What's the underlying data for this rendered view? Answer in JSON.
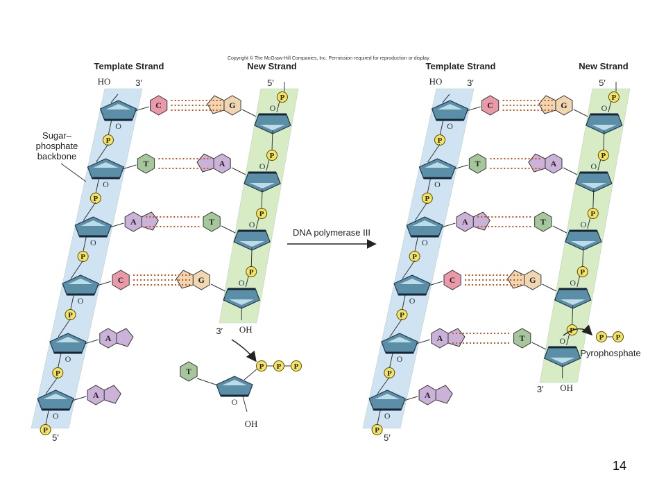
{
  "copyright": "Copyright © The McGraw-Hill Companies, Inc. Permission required for reproduction or display.",
  "page_number": "14",
  "arrow_label": "DNA polymerase III",
  "colors": {
    "template_band": "#cfe3f2",
    "new_band": "#d7ecc4",
    "sugar_fill": "#5b8fa8",
    "sugar_top": "#c9e4ee",
    "phosphate": "#f5e463",
    "hbond": "#c8511b",
    "C": "#ea99a8",
    "G": "#f0d7b1",
    "T": "#a6c79c",
    "A": "#cbb2d8"
  },
  "left_panel": {
    "template_header": "Template Strand",
    "new_header": "New Strand",
    "template_top_label": "HO",
    "template_top_prime": "3′",
    "template_bottom_prime": "5′",
    "new_top_prime": "5′",
    "new_bottom_prime": "3′",
    "new_oh": "OH",
    "backbone_label": [
      "Sugar–",
      "phosphate",
      "backbone"
    ],
    "ring_oxygen": "O",
    "phosphate_label": "P",
    "template_bases": [
      "C",
      "T",
      "A",
      "C",
      "A",
      "A"
    ],
    "new_bases": [
      "G",
      "A",
      "T",
      "G"
    ],
    "incoming_base": "T",
    "incoming_oh": "OH",
    "incoming_phosphates": [
      "P",
      "P",
      "P"
    ]
  },
  "right_panel": {
    "template_header": "Template Strand",
    "new_header": "New Strand",
    "template_top_label": "HO",
    "template_top_prime": "3′",
    "template_bottom_prime": "5′",
    "new_top_prime": "5′",
    "new_bottom_prime": "3′",
    "new_oh": "OH",
    "ring_oxygen": "O",
    "phosphate_label": "P",
    "template_bases": [
      "C",
      "T",
      "A",
      "C",
      "A",
      "A"
    ],
    "new_bases": [
      "G",
      "A",
      "T",
      "G",
      "T"
    ],
    "pyrophosphate_label": "Pyrophosphate",
    "pyrophosphate_phosphates": [
      "P",
      "P"
    ]
  }
}
